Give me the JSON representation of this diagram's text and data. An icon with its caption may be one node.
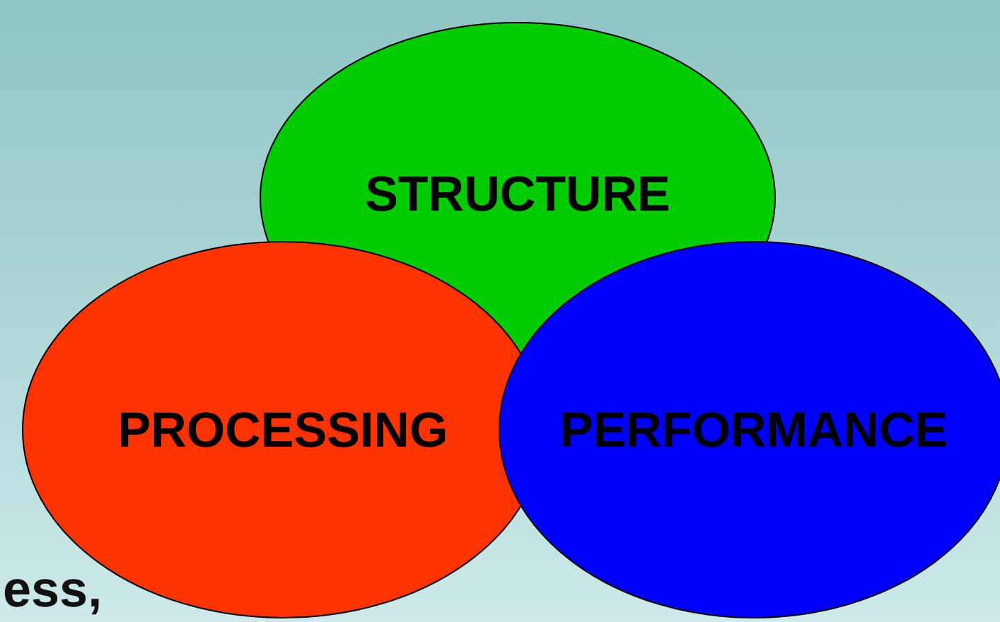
{
  "diagram": {
    "nodes": [
      {
        "text": [
          "STRUCTURE"
        ]
      },
      {
        "text": [
          "PROCESSING"
        ]
      },
      {
        "text": [
          "PERFORMANCE"
        ]
      }
    ],
    "labels": [
      "ess,"
    ]
  }
}
